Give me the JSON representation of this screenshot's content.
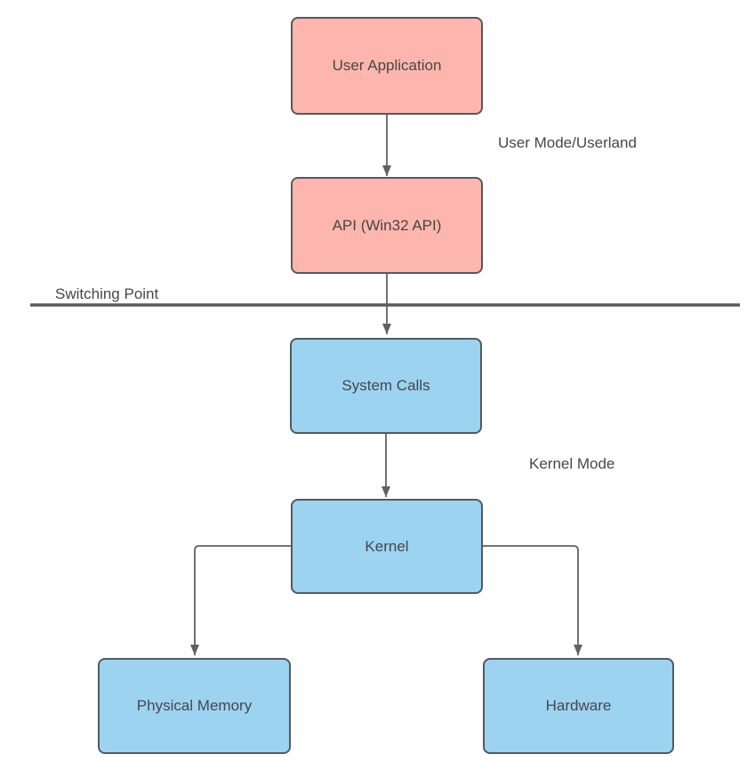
{
  "diagram": {
    "boxes": [
      {
        "id": "user-application",
        "label": "User Application",
        "mode": "user"
      },
      {
        "id": "api",
        "label": "API (Win32 API)",
        "mode": "user"
      },
      {
        "id": "system-calls",
        "label": "System Calls",
        "mode": "kernel"
      },
      {
        "id": "kernel",
        "label": "Kernel",
        "mode": "kernel"
      },
      {
        "id": "physical-memory",
        "label": "Physical Memory",
        "mode": "kernel"
      },
      {
        "id": "hardware",
        "label": "Hardware",
        "mode": "kernel"
      }
    ],
    "labels": {
      "user_mode": "User Mode/Userland",
      "switching_point": "Switching Point",
      "kernel_mode": "Kernel Mode"
    },
    "connections": [
      {
        "from": "user-application",
        "to": "api"
      },
      {
        "from": "api",
        "to": "system-calls"
      },
      {
        "from": "system-calls",
        "to": "kernel"
      },
      {
        "from": "kernel",
        "to": "physical-memory"
      },
      {
        "from": "kernel",
        "to": "hardware"
      }
    ],
    "colors": {
      "user_mode_fill": "#FCB6AE",
      "kernel_mode_fill": "#9CD3F1",
      "box_border": "#55595C",
      "connector": "#616161",
      "divider": "#5B5B5B",
      "text": "#474747",
      "background": "#FFFFFF"
    }
  }
}
